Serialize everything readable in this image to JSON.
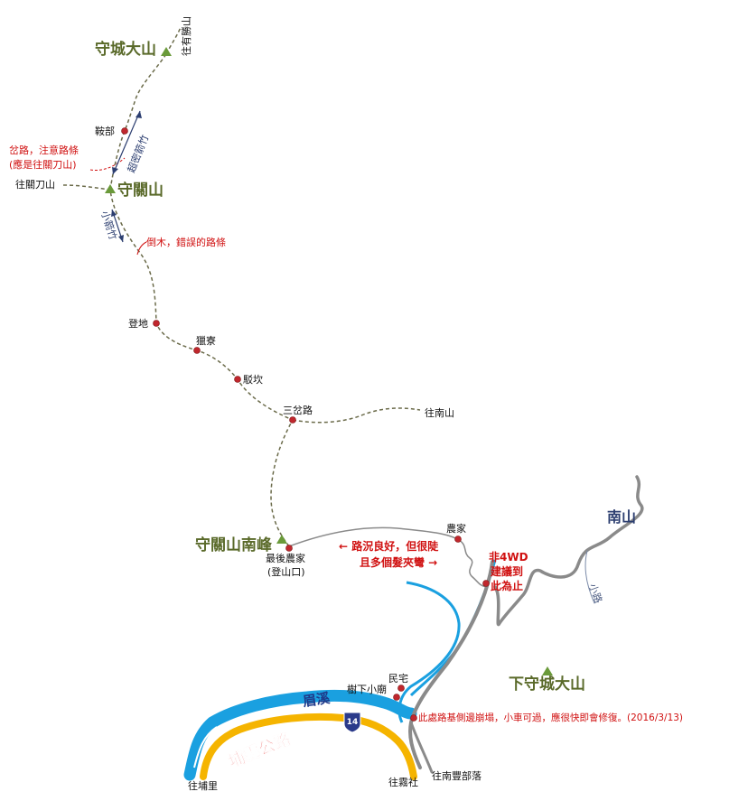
{
  "peaks": {
    "shoucheng": "守城大山",
    "shouguan": "守關山",
    "south_peak": "守關山南峰",
    "xia_shoucheng": "下守城大山"
  },
  "labels": {
    "to_youshengshan": "往有勝山",
    "anbu": "鞍部",
    "to_guandaoshan": "往關刀山",
    "dengdi": "登地",
    "lieliao": "獵寮",
    "jiankan": "駁坎",
    "sanchalu": "三岔路",
    "to_nanshan": "往南山",
    "last_farm": "最後農家",
    "trailhead": "(登山口)",
    "farm": "農家",
    "nanshan": "南山",
    "small_road": "小路",
    "shrine": "樹下小廟",
    "house": "民宅",
    "to_puli": "往埔里",
    "to_wushe": "往霧社",
    "to_nanfeng": "往南豐部落",
    "river": "眉溪",
    "highway_name": "埔霧公路",
    "highway_no": "14"
  },
  "notes": {
    "fork_line1": "岔路，注意路條",
    "fork_line2": "(應是往關刀山)",
    "fallen_tree": "倒木，錯誤的路條",
    "road_line1": "← 路況良好，但很陡",
    "road_line2": "且多個髮夾彎 →",
    "wd_line1": "非4WD",
    "wd_line2": "建議到",
    "wd_line3": "此為止",
    "collapse": "此處路基側邊崩塌，小車可過，應很快即會修復。(2016/3/13)"
  },
  "directions": {
    "dense_bamboo": "超密箭竹",
    "small_bamboo": "小箭竹"
  },
  "colors": {
    "trail": "#6b6b4a",
    "waypoint": "#c0272d",
    "peak_marker": "#6a9a3a",
    "peak_text": "#5a6a2a",
    "river": "#1aa0e0",
    "highway": "#f5b400",
    "road": "#888888",
    "note": "#d01010"
  }
}
